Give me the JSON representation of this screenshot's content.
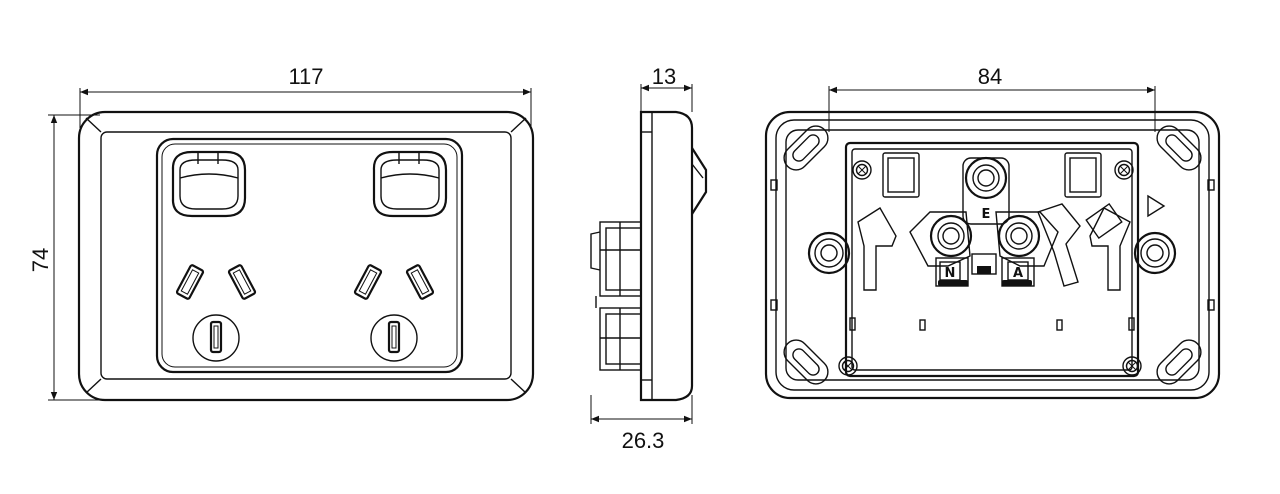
{
  "dimensions": {
    "front_width": "117",
    "front_height": "74",
    "side_depth_top": "13",
    "side_depth_bottom": "26.3",
    "back_width": "84"
  },
  "terminals": {
    "earth": "E",
    "neutral": "N",
    "active": "A"
  }
}
